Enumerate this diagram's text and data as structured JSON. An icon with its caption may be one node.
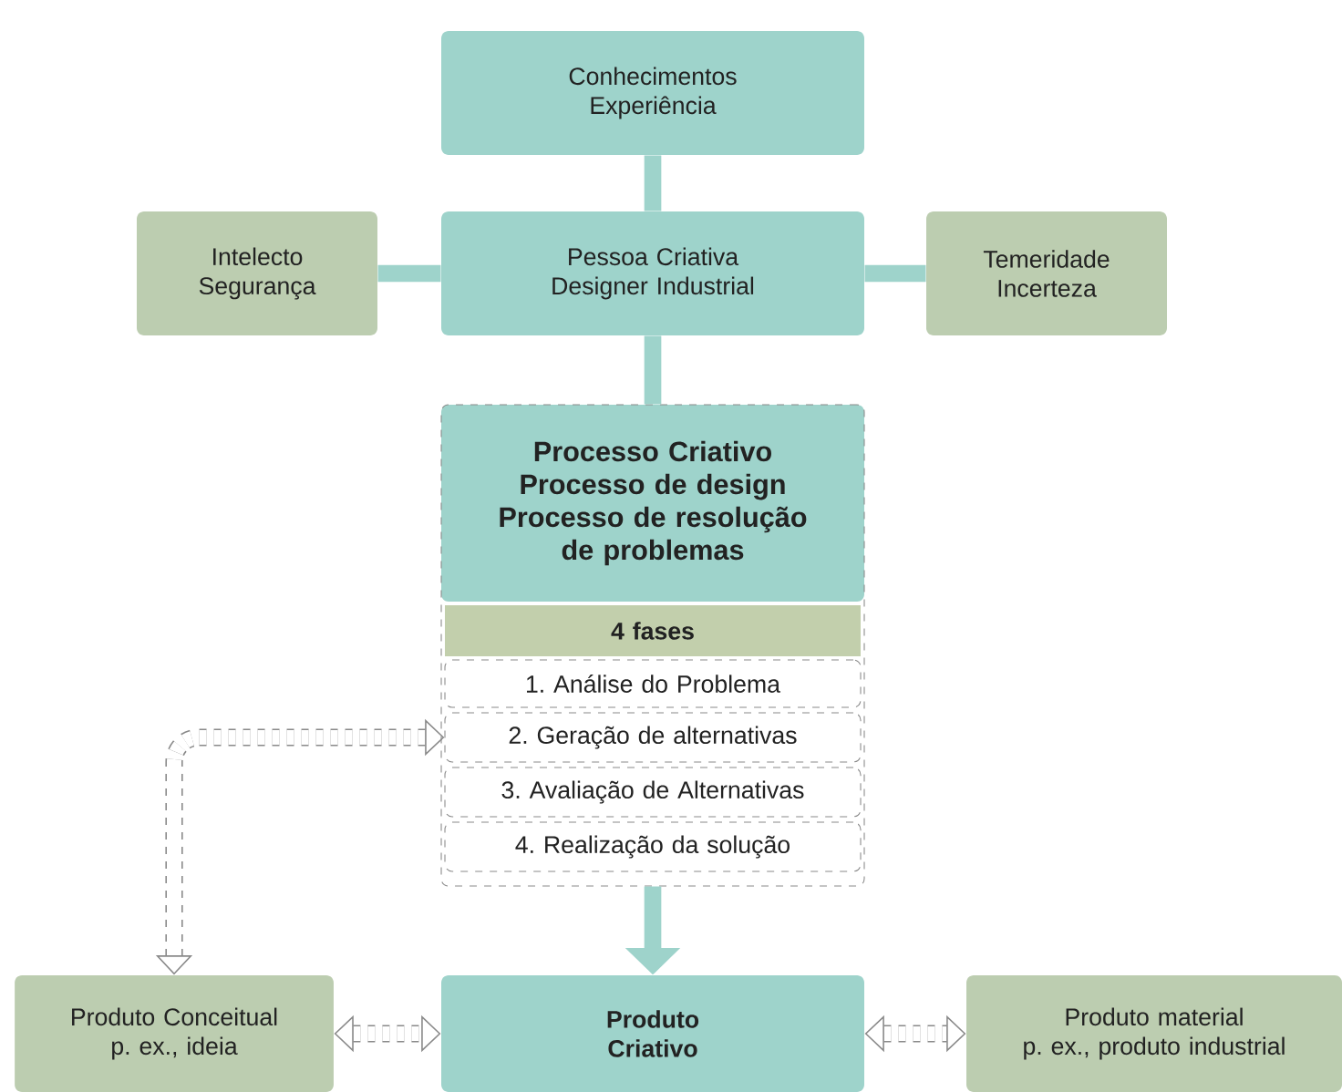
{
  "diagram": {
    "nodes": [
      {
        "text": [
          "Conhecimentos Experiência"
        ]
      },
      {
        "text": [
          "Intelecto Segurança"
        ]
      },
      {
        "text": [
          "Pessoa Criativa Designer Industrial"
        ]
      },
      {
        "text": [
          "Temeridade Incerteza"
        ]
      },
      {
        "text": [
          "Processo Criativo Processo de design Processo de resolução de problemas"
        ]
      },
      {
        "text": [
          "4 fases"
        ],
        "in": 4
      },
      {
        "text": [
          "1. Análise do Problema"
        ],
        "in": 4
      },
      {
        "text": [
          "2. Geração de alternativas"
        ],
        "in": 4
      },
      {
        "text": [
          "3. Avaliação de Alternativas"
        ],
        "in": 4
      },
      {
        "text": [
          "4. Realização da solução"
        ],
        "in": 4
      },
      {
        "text": [
          "Produto Conceitual",
          "p. ex., ideia"
        ]
      },
      {
        "text": [
          "Produto Criativo"
        ]
      },
      {
        "text": [
          "Produto material",
          "p. ex., produto industrial"
        ]
      }
    ],
    "edges": [
      {
        "from": 0,
        "to": 2,
        "arrow": "none"
      },
      {
        "from": 1,
        "to": 2,
        "arrow": "none"
      },
      {
        "from": 2,
        "to": 3,
        "arrow": "none"
      },
      {
        "from": 2,
        "to": 4,
        "arrow": "none"
      },
      {
        "from": 4,
        "to": 11,
        "arrow": "to"
      },
      {
        "from": 7,
        "to": 10,
        "arrow": "both",
        "style": "dashed"
      },
      {
        "from": 10,
        "to": 11,
        "arrow": "both",
        "style": "dashed"
      },
      {
        "from": 11,
        "to": 12,
        "arrow": "both",
        "style": "dashed"
      }
    ]
  }
}
